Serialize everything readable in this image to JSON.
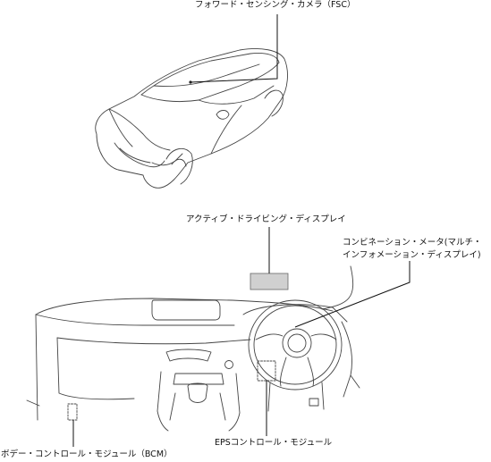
{
  "labels": {
    "fsc": "フォワード・センシング・カメラ（FSC）",
    "ads": "アクティブ・ドライビング・ディスプレイ",
    "meter_line1": "コンビネーション・メータ(マルチ・",
    "meter_line2": "インフォメーション・ディスプレイ)",
    "eps": "EPSコントロール・モジュール",
    "bcm": "ボデー・コントロール・モジュール（BCM）"
  },
  "colors": {
    "highlight_fill": "#d0d0d0",
    "line": "#111111"
  }
}
